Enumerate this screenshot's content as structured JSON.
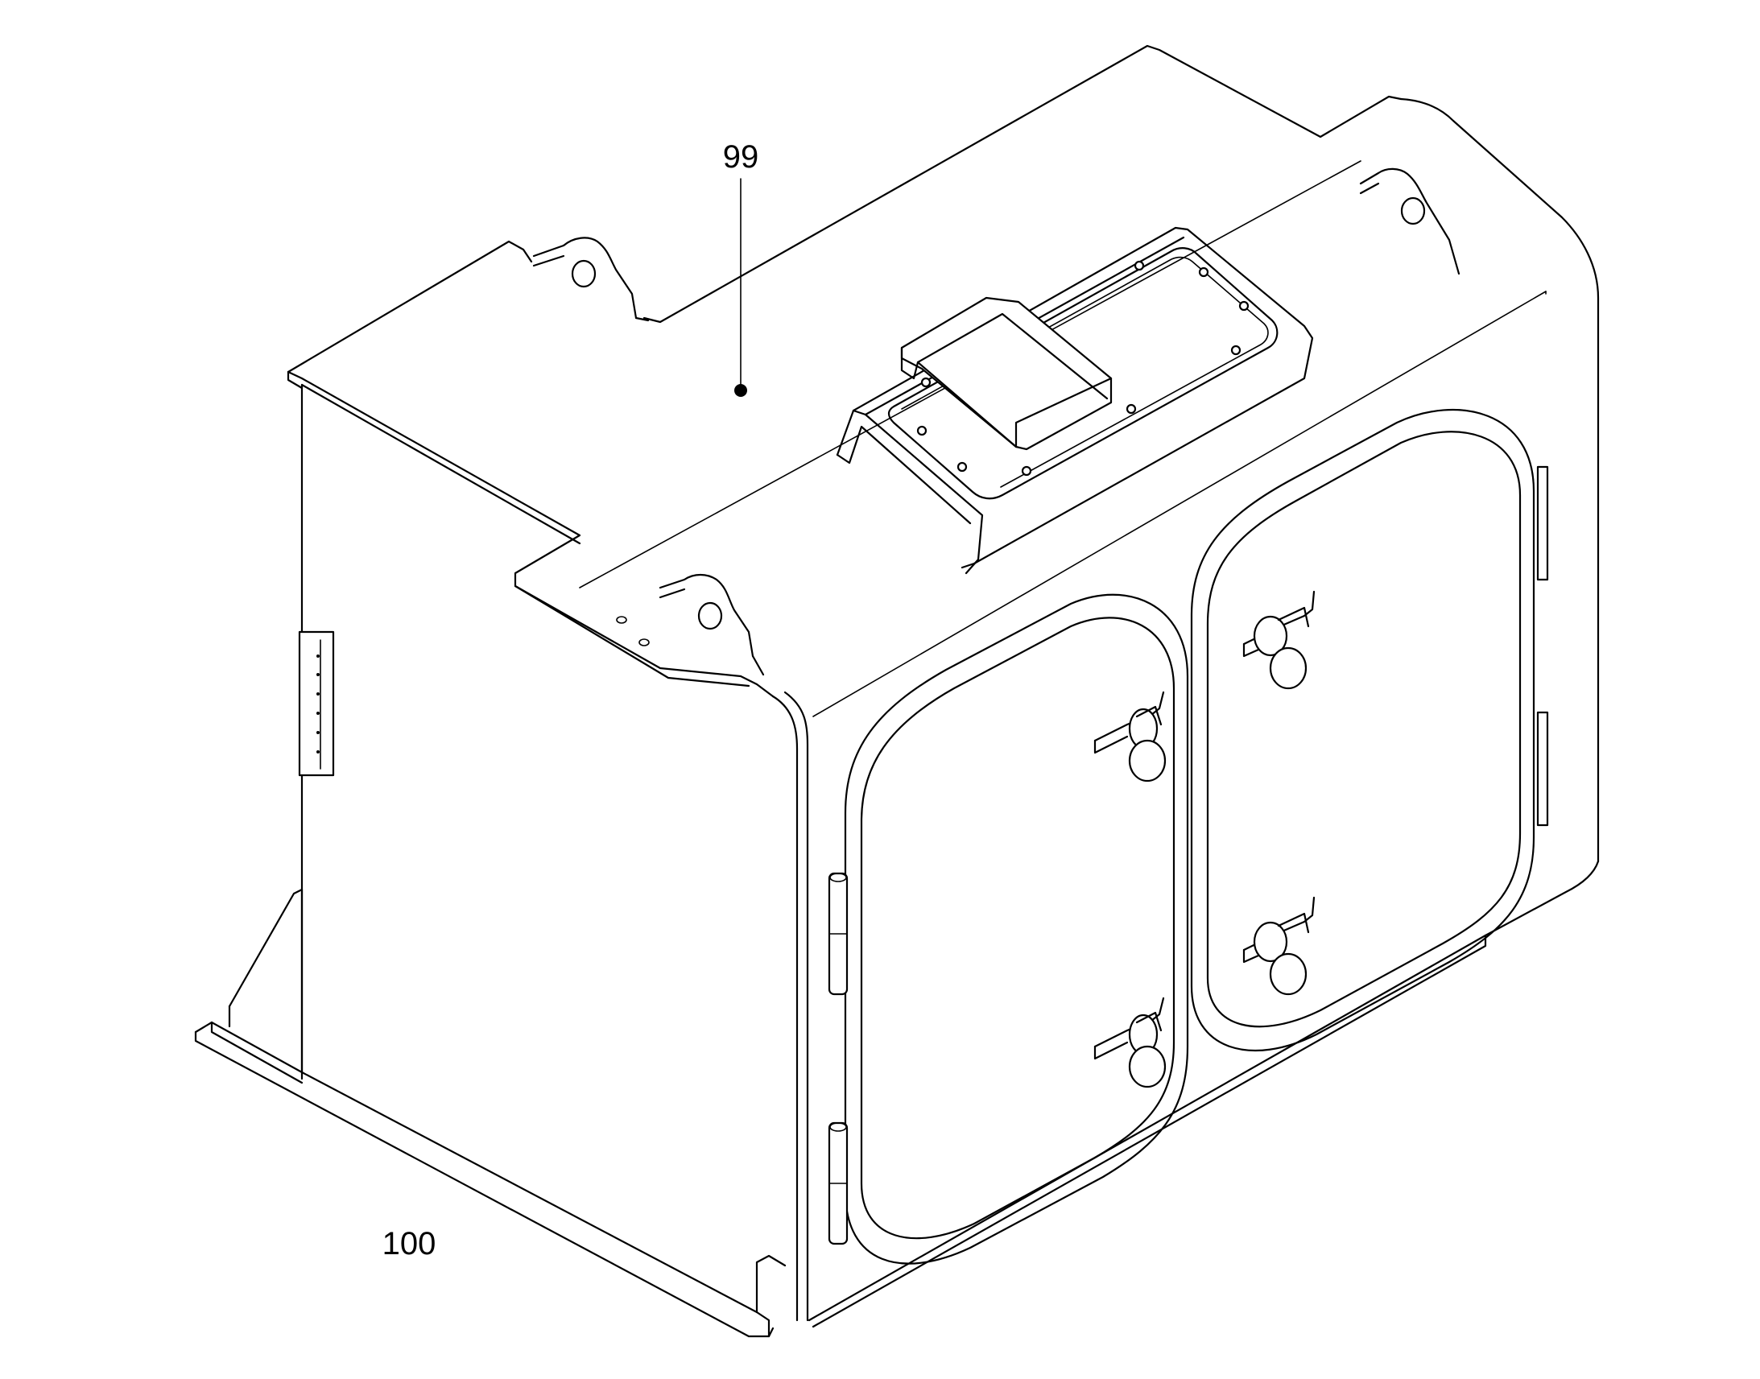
{
  "callouts": [
    {
      "id": "callout-99",
      "label": "99"
    },
    {
      "id": "callout-100",
      "label": "100"
    }
  ]
}
